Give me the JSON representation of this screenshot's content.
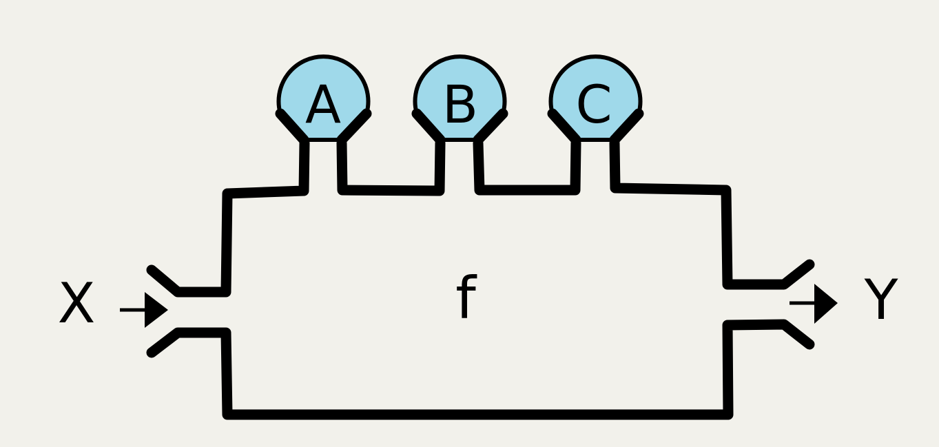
{
  "diagram": {
    "function_label": "f",
    "input_label": "X",
    "output_label": "Y",
    "parameters": [
      "A",
      "B",
      "C"
    ],
    "colors": {
      "background": "#f2f1eb",
      "line": "#000000",
      "parameter_fill": "#9fd9ea"
    }
  }
}
